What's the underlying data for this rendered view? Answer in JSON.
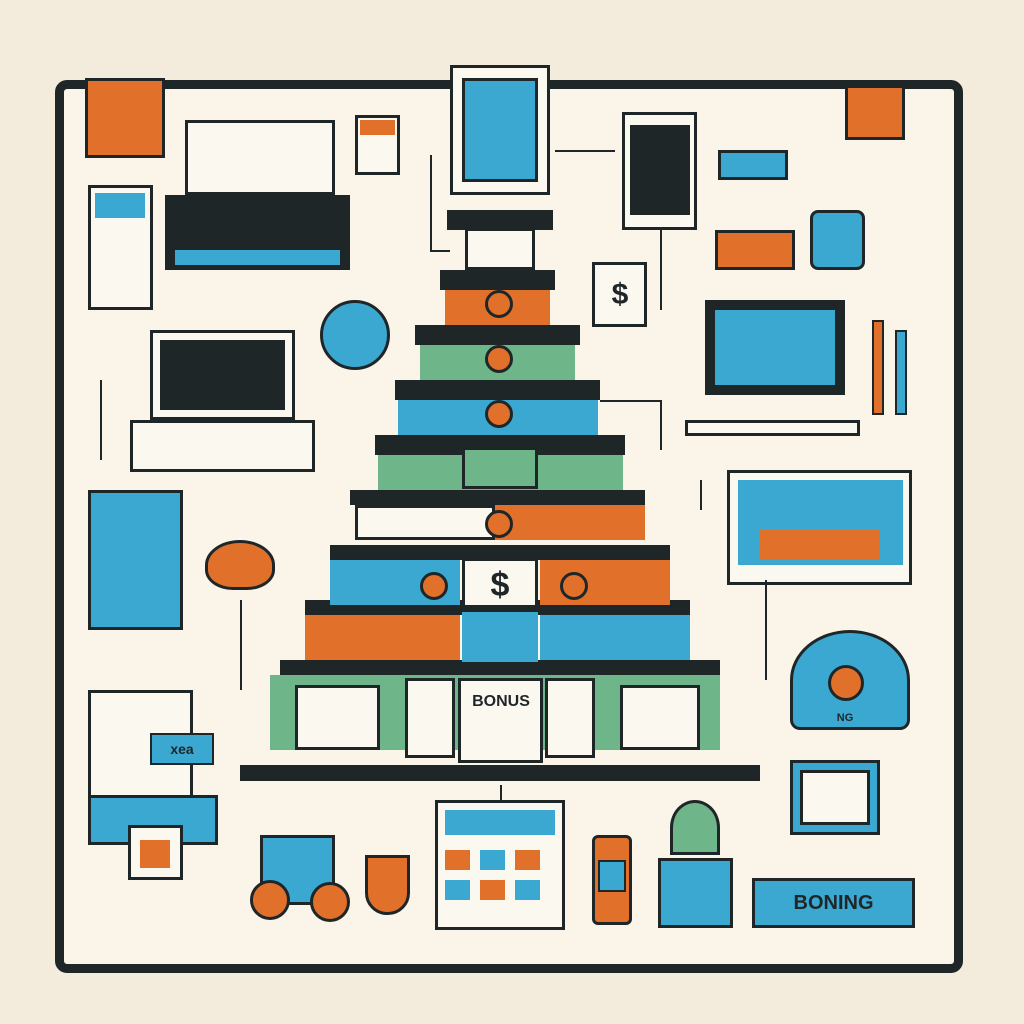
{
  "illustration": {
    "bonus_label": "BONUS",
    "plaque_label": "BONING",
    "dollar_symbol": "$",
    "small_label": "NG",
    "tag_label": "xea"
  },
  "colors": {
    "background": "#f3ecdc",
    "panel": "#faf5e8",
    "outline": "#1f2628",
    "blue": "#3aa8d0",
    "orange": "#e0702a",
    "green": "#6fb58a"
  }
}
